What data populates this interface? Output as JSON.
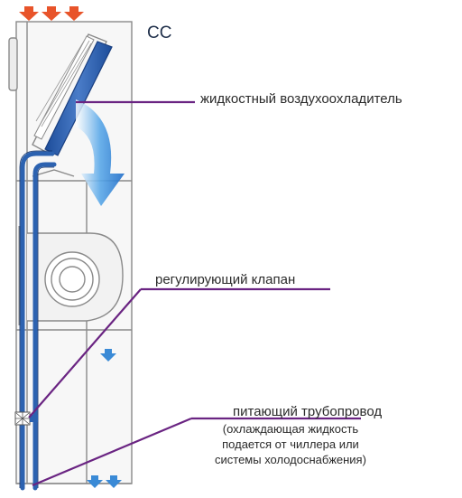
{
  "unit_code": "CC",
  "labels": {
    "cooler": "жидкостный воздухоохладитель",
    "valve": "регулирующий клапан",
    "pipe": "питающий трубопровод",
    "pipe_note": "(охлаждающая жидкость\nподается от чиллера или\nсистемы холодоснабжения)"
  },
  "colors": {
    "coil_blue": "#2b5aa8",
    "pipe_blue": "#2c62b0",
    "leader_purple": "#6a2482",
    "inlet_arrow": "#e8542a",
    "airflow_blue": "#3a8ad6",
    "outline": "#8a8a8a"
  },
  "icons": {
    "inlet": "down-arrow-icon",
    "outlet": "down-arrow-icon",
    "airflow": "curved-arrow-icon",
    "fan": "fan-icon",
    "valve": "valve-icon"
  }
}
